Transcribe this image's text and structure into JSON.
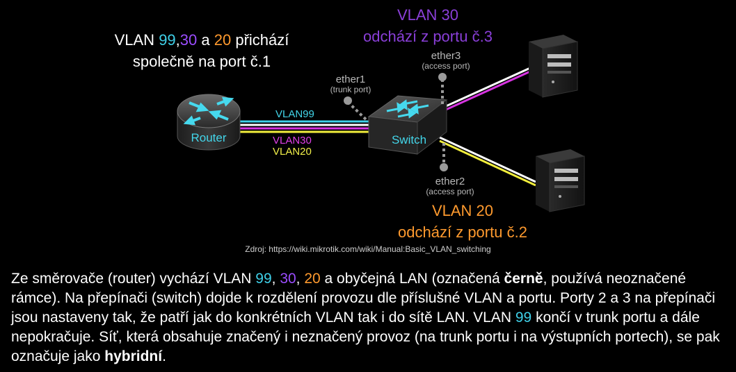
{
  "titles": {
    "left_line1_prefix": "VLAN ",
    "left_v99": "99",
    "left_comma": ",",
    "left_v30": "30",
    "left_a": " a ",
    "left_v20": "20",
    "left_line1_suffix": " přichází",
    "left_line2": "společně na port č.1",
    "v30_line1": "VLAN 30",
    "v30_line2": "odchází z portu č.3",
    "v20_line1": "VLAN 20",
    "v20_line2": "odchází z portu č.2"
  },
  "devices": {
    "router_label": "Router",
    "switch_label": "Switch"
  },
  "ports": {
    "ether1_name": "ether1",
    "ether1_type": "(trunk port)",
    "ether3_name": "ether3",
    "ether3_type": "(access port)",
    "ether2_name": "ether2",
    "ether2_type": "(access port)"
  },
  "links": {
    "vlan99": "VLAN99",
    "vlan30": "VLAN30",
    "vlan20": "VLAN20"
  },
  "colors": {
    "vlan99": "#3fd0e8",
    "vlan30": "#9b4dff",
    "vlan20": "#ff9a2e",
    "link_magenta": "#d633e0",
    "link_yellow": "#f2ee3c",
    "link_white": "#ffffff"
  },
  "source": "Zdroj: https://wiki.mikrotik.com/wiki/Manual:Basic_VLAN_switching",
  "paragraph": {
    "p1": "Ze směrovače (router) vychází VLAN ",
    "n99": "99",
    "sep1": ", ",
    "n30": "30",
    "sep2": ", ",
    "n20": "20",
    "p2": " a obyčejná LAN (označená ",
    "bold1": "černě",
    "p3": ", používá neoznačené rámce). Na přepínači (switch) dojde k rozdělení provozu dle příslušné VLAN a portu. Porty 2 a 3 na přepínači jsou nastaveny tak, že patří jak do konkrétních VLAN tak i do sítě LAN.  VLAN ",
    "n99b": "99",
    "p4": " končí v trunk portu a dále nepokračuje. Síť, která obsahuje značený i neznačený provoz (na trunk portu i na výstupních portech), se pak označuje jako ",
    "bold2": "hybridní",
    "p5": "."
  }
}
